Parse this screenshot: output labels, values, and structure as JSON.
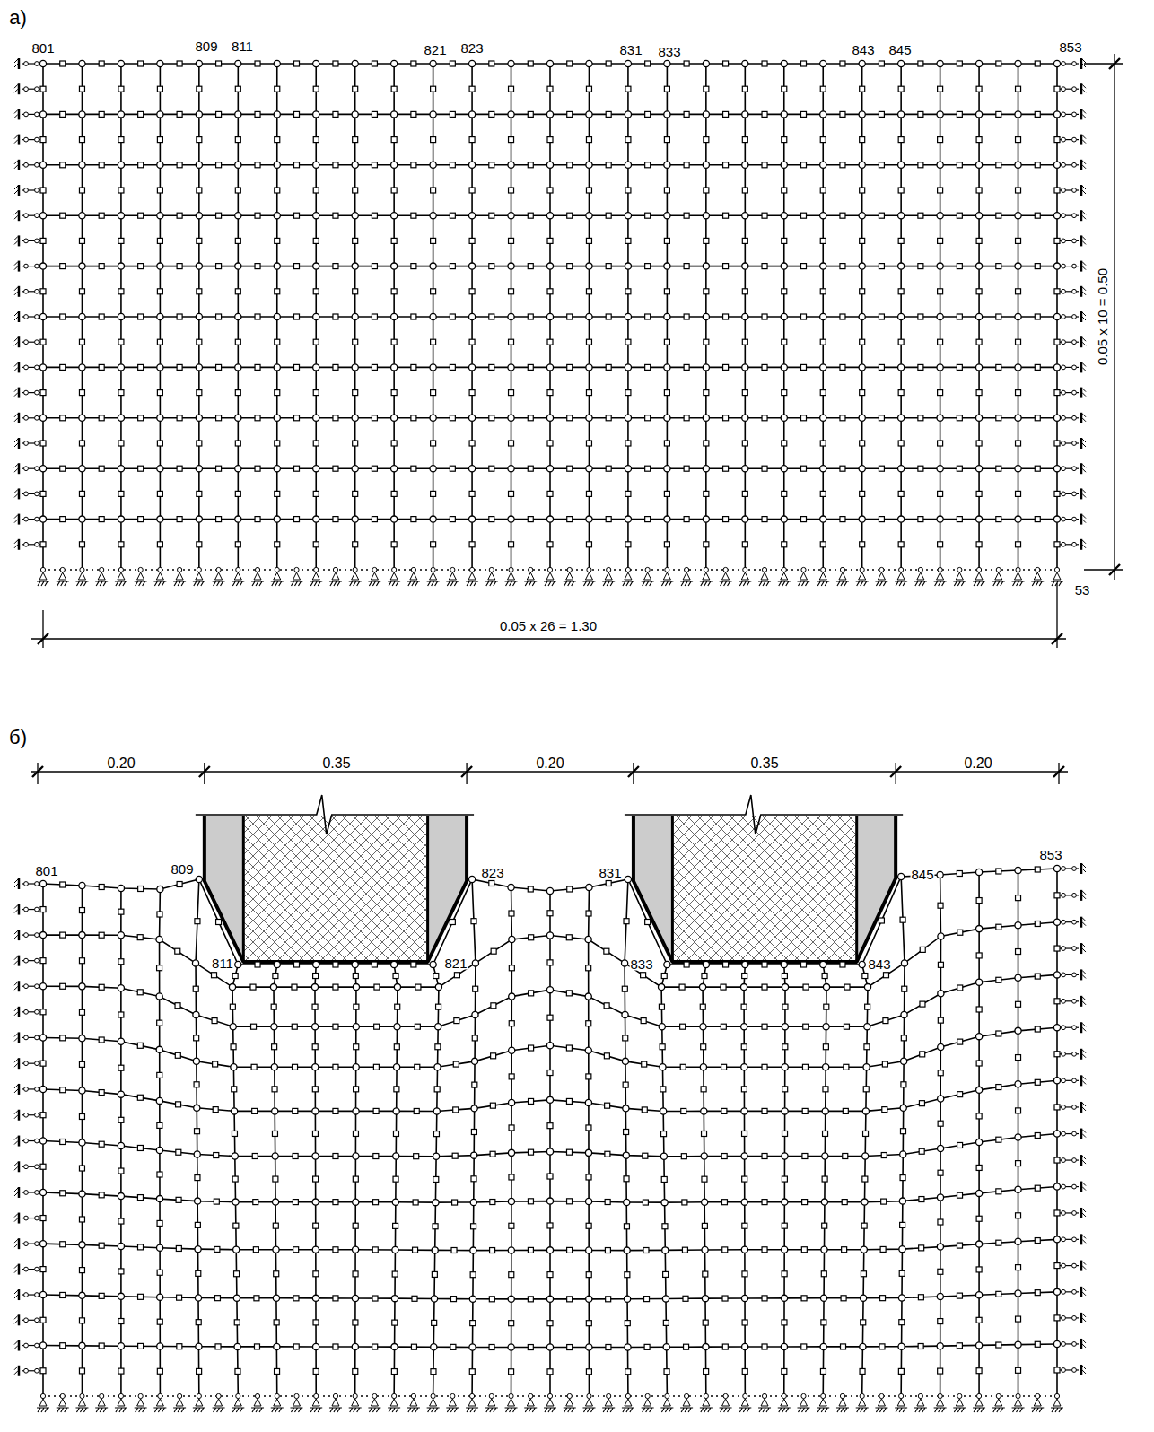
{
  "diagram": {
    "labels": [
      "а)",
      "801",
      "809",
      "811",
      "821",
      "823",
      "831",
      "833",
      "843",
      "845",
      "853",
      "0.05 x 10 = 0.50",
      "53",
      "0.05 x 26 = 1.30",
      "б)",
      "0.20",
      "0.35",
      "0.20",
      "0.35",
      "0.20",
      "801",
      "809",
      "823",
      "831",
      "845",
      "853",
      "811",
      "821",
      "833",
      "843"
    ]
  }
}
